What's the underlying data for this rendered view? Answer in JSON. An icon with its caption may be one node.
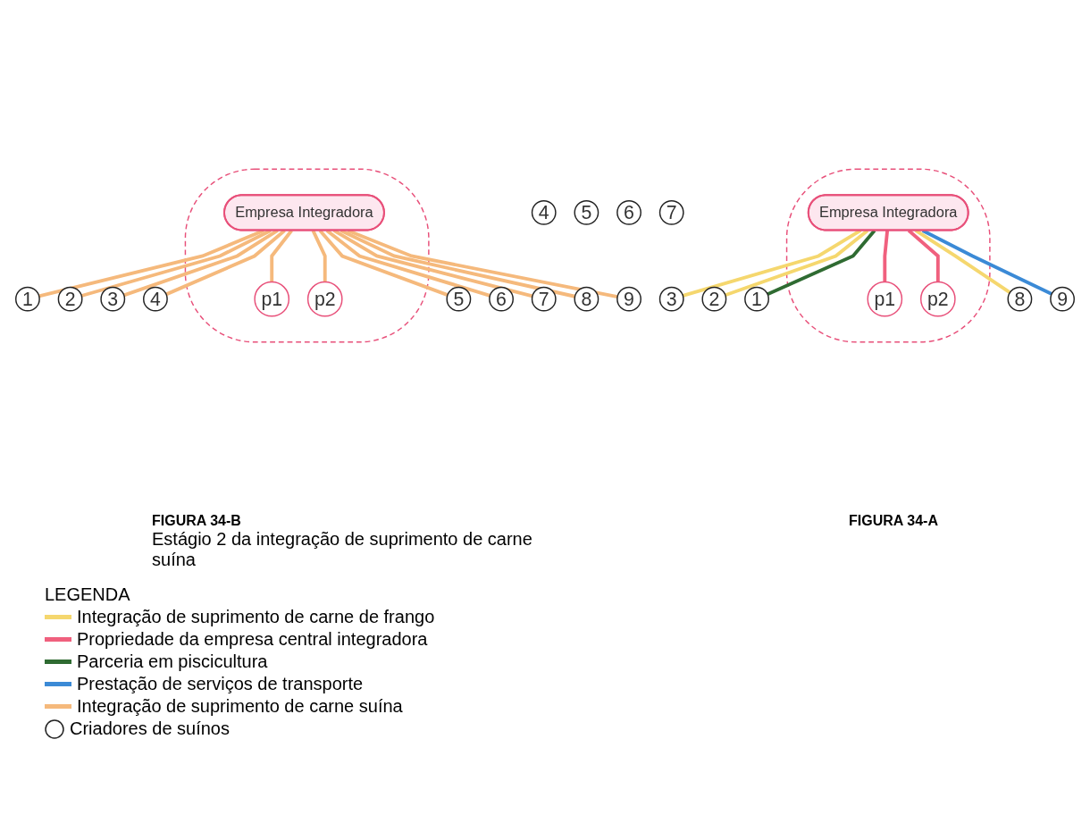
{
  "diagram": {
    "nodes": [
      {
        "text": [],
        "shape": "ellipse"
      },
      {
        "text": [
          "Empresa Integradora"
        ],
        "in": 0
      },
      {
        "text": [
          "p1"
        ],
        "in": 0
      },
      {
        "text": [
          "p2"
        ],
        "in": 0
      },
      {
        "text": [
          "1"
        ]
      },
      {
        "text": [
          "2"
        ]
      },
      {
        "text": [
          "3"
        ]
      },
      {
        "text": [
          "4"
        ]
      },
      {
        "text": [
          "5"
        ]
      },
      {
        "text": [
          "6"
        ]
      },
      {
        "text": [
          "7"
        ]
      },
      {
        "text": [
          "8"
        ]
      },
      {
        "text": [
          "9"
        ]
      },
      {
        "text": [],
        "shape": "ellipse"
      },
      {
        "text": [
          "Empresa Integradora"
        ],
        "in": 13
      },
      {
        "text": [
          "p1"
        ],
        "in": 13
      },
      {
        "text": [
          "p2"
        ],
        "in": 13
      },
      {
        "text": [
          "1"
        ]
      },
      {
        "text": [
          "2"
        ]
      },
      {
        "text": [
          "3"
        ]
      },
      {
        "text": [
          "4"
        ]
      },
      {
        "text": [
          "5"
        ]
      },
      {
        "text": [
          "6"
        ]
      },
      {
        "text": [
          "7"
        ]
      },
      {
        "text": [
          "8"
        ]
      },
      {
        "text": [
          "9"
        ]
      }
    ],
    "edges": [
      {
        "from": 1,
        "to": 6,
        "arrow": "none",
        "color": "#f5d76e"
      },
      {
        "from": 1,
        "to": 5,
        "arrow": "none",
        "color": "#f5d76e"
      },
      {
        "from": 1,
        "to": 4,
        "arrow": "none",
        "color": "#2f6b32"
      },
      {
        "from": 1,
        "to": 2,
        "arrow": "none",
        "color": "#f0607e"
      },
      {
        "from": 1,
        "to": 3,
        "arrow": "none",
        "color": "#f0607e"
      },
      {
        "from": 1,
        "to": 11,
        "arrow": "none",
        "color": "#f5d76e"
      },
      {
        "from": 1,
        "to": 12,
        "arrow": "none",
        "color": "#3b8ad6"
      },
      {
        "from": 14,
        "to": 17,
        "arrow": "none"
      },
      {
        "from": 14,
        "to": 18,
        "arrow": "none"
      },
      {
        "from": 14,
        "to": 19,
        "arrow": "none"
      },
      {
        "from": 14,
        "to": 20,
        "arrow": "none"
      },
      {
        "from": 14,
        "to": 15,
        "arrow": "none"
      },
      {
        "from": 14,
        "to": 16,
        "arrow": "none"
      },
      {
        "from": 14,
        "to": 21,
        "arrow": "none"
      },
      {
        "from": 14,
        "to": 22,
        "arrow": "none"
      },
      {
        "from": 14,
        "to": 23,
        "arrow": "none"
      },
      {
        "from": 14,
        "to": 24,
        "arrow": "none"
      },
      {
        "from": 14,
        "to": 25,
        "arrow": "none"
      }
    ],
    "labels": [
      "FIGURA 34-A",
      "FIGURA 34-B",
      "Estágio 2 da integração de suprimento de carne suína",
      "LEGENDA"
    ],
    "legend": [
      {
        "text": "Integração de suprimento de carne de frango",
        "color": "#f5d76e"
      },
      {
        "text": "Propriedade da empresa central integradora",
        "color": "#f0607e"
      },
      {
        "text": "Parceria em piscicultura",
        "color": "#2f6b32"
      },
      {
        "text": "Prestação de serviços de transporte",
        "color": "#3b8ad6"
      },
      {
        "text": "Integração de suprimento de carne suína",
        "color": "#f5b97c"
      },
      {
        "text": "Criadores de suínos"
      }
    ]
  }
}
